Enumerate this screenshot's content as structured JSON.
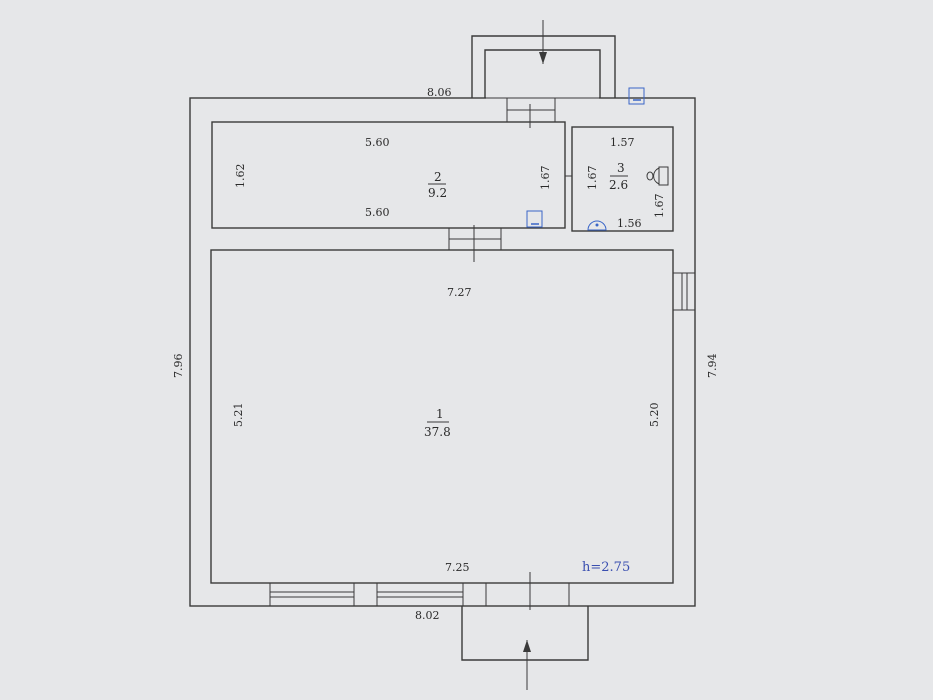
{
  "outer": {
    "top_length": "8.06",
    "bottom_length": "8.02",
    "left_length": "7.96",
    "right_length": "7.94"
  },
  "room1": {
    "number": "1",
    "area": "37.8",
    "top_length": "7.27",
    "bottom_length": "7.25",
    "left_length": "5.21",
    "right_length": "5.20"
  },
  "room2": {
    "number": "2",
    "area": "9.2",
    "top_length": "5.60",
    "bottom_length": "5.60",
    "left_length": "1.62",
    "right_length": "1.67"
  },
  "room3": {
    "number": "3",
    "area": "2.6",
    "top_length": "1.57",
    "bottom_length": "1.56",
    "left_length": "1.67",
    "right_length": "1.67"
  },
  "ceiling_height": "h=2.75",
  "colors": {
    "ceiling_label": "#3a4fb0",
    "fixture": "#3a66c8"
  },
  "icons": [
    "radiator-icon",
    "toilet-icon",
    "sink-icon",
    "entrance-arrow-icon"
  ]
}
